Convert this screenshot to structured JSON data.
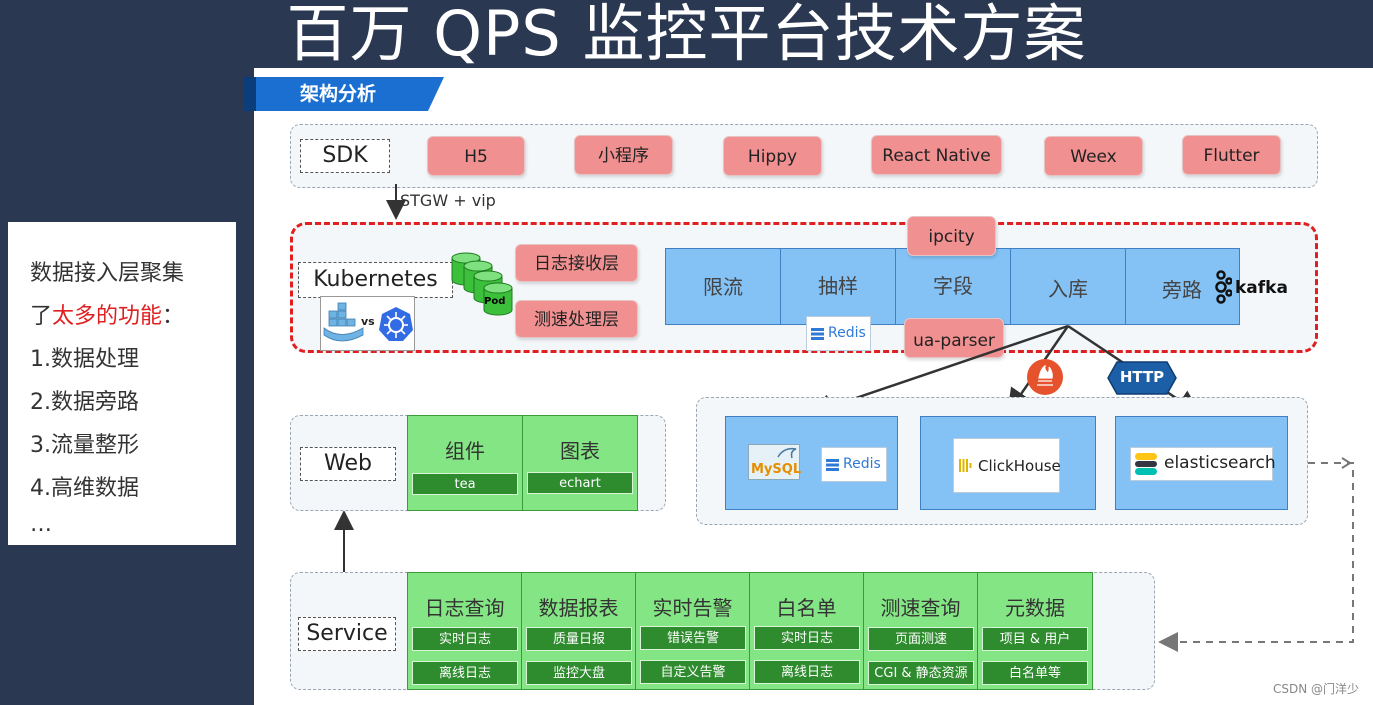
{
  "title": "百万 QPS 监控平台技术方案",
  "section_banner": "架构分析",
  "sdk": {
    "label": "SDK",
    "platforms": [
      "H5",
      "小程序",
      "Hippy",
      "React Native",
      "Weex",
      "Flutter"
    ]
  },
  "link_label": "STGW + vip",
  "ingest": {
    "kubernetes_label": "Kubernetes",
    "vs_label": "vs",
    "pod_label": "Pod",
    "layers": [
      "日志接收层",
      "测速处理层"
    ],
    "pipeline": [
      "限流",
      "抽样",
      "字段",
      "入库",
      "旁路"
    ],
    "ipcity": "ipcity",
    "ua_parser": "ua-parser",
    "redis": "Redis",
    "kafka": "kafka"
  },
  "protocol_badge": "HTTP",
  "storage": {
    "mysql": "MySQL",
    "redis": "Redis",
    "clickhouse": "ClickHouse",
    "elasticsearch": "elasticsearch"
  },
  "web": {
    "label": "Web",
    "columns": [
      {
        "head": "组件",
        "tags": [
          "tea"
        ]
      },
      {
        "head": "图表",
        "tags": [
          "echart"
        ]
      }
    ]
  },
  "service": {
    "label": "Service",
    "columns": [
      {
        "head": "日志查询",
        "tags": [
          "实时日志",
          "离线日志"
        ]
      },
      {
        "head": "数据报表",
        "tags": [
          "质量日报",
          "监控大盘"
        ]
      },
      {
        "head": "实时告警",
        "tags": [
          "错误告警",
          "自定义告警"
        ]
      },
      {
        "head": "白名单",
        "tags": [
          "实时日志",
          "离线日志"
        ]
      },
      {
        "head": "测速查询",
        "tags": [
          "页面测速",
          "CGI & 静态资源"
        ]
      },
      {
        "head": "元数据",
        "tags": [
          "项目 & 用户",
          "白名单等"
        ]
      }
    ]
  },
  "left_note": {
    "line1": "数据接入层聚集",
    "line2_prefix": "了",
    "line2_highlight": "太多的功能",
    "line2_suffix": "：",
    "items": [
      "1.数据处理",
      "2.数据旁路",
      "3.流量整形",
      "4.高维数据",
      "…"
    ]
  },
  "watermark": "CSDN @门洋少",
  "colors": {
    "background": "#2b3852",
    "banner": "#1a6fd1",
    "pink": "#f09090",
    "blue": "#84c1f5",
    "green": "#84e584",
    "dark_green": "#2e8b2e",
    "highlight_red": "#e02020",
    "ingest_border": "#e02020"
  }
}
